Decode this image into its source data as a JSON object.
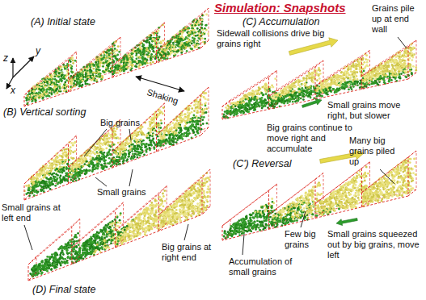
{
  "diagram": {
    "title": "Simulation: Snapshots",
    "labels": [
      "(A) Initial state",
      "y",
      "z",
      "x",
      "Shaking",
      "(B) Vertical sorting",
      "Big grains",
      "Small grains",
      "Small grains at left end",
      "Big grains at right end",
      "(D) Final state",
      "(C) Accumulation",
      "Sidewall collisions drive big grains right",
      "Grains pile up at end wall",
      "Small grains move right, but slower",
      "Big grains continue to move right and accumulate",
      "(C') Reversal",
      "Many big grains piled up",
      "Few big grains",
      "Small grains squeezed out by big grains, move left",
      "Accumulation of small grains"
    ]
  }
}
